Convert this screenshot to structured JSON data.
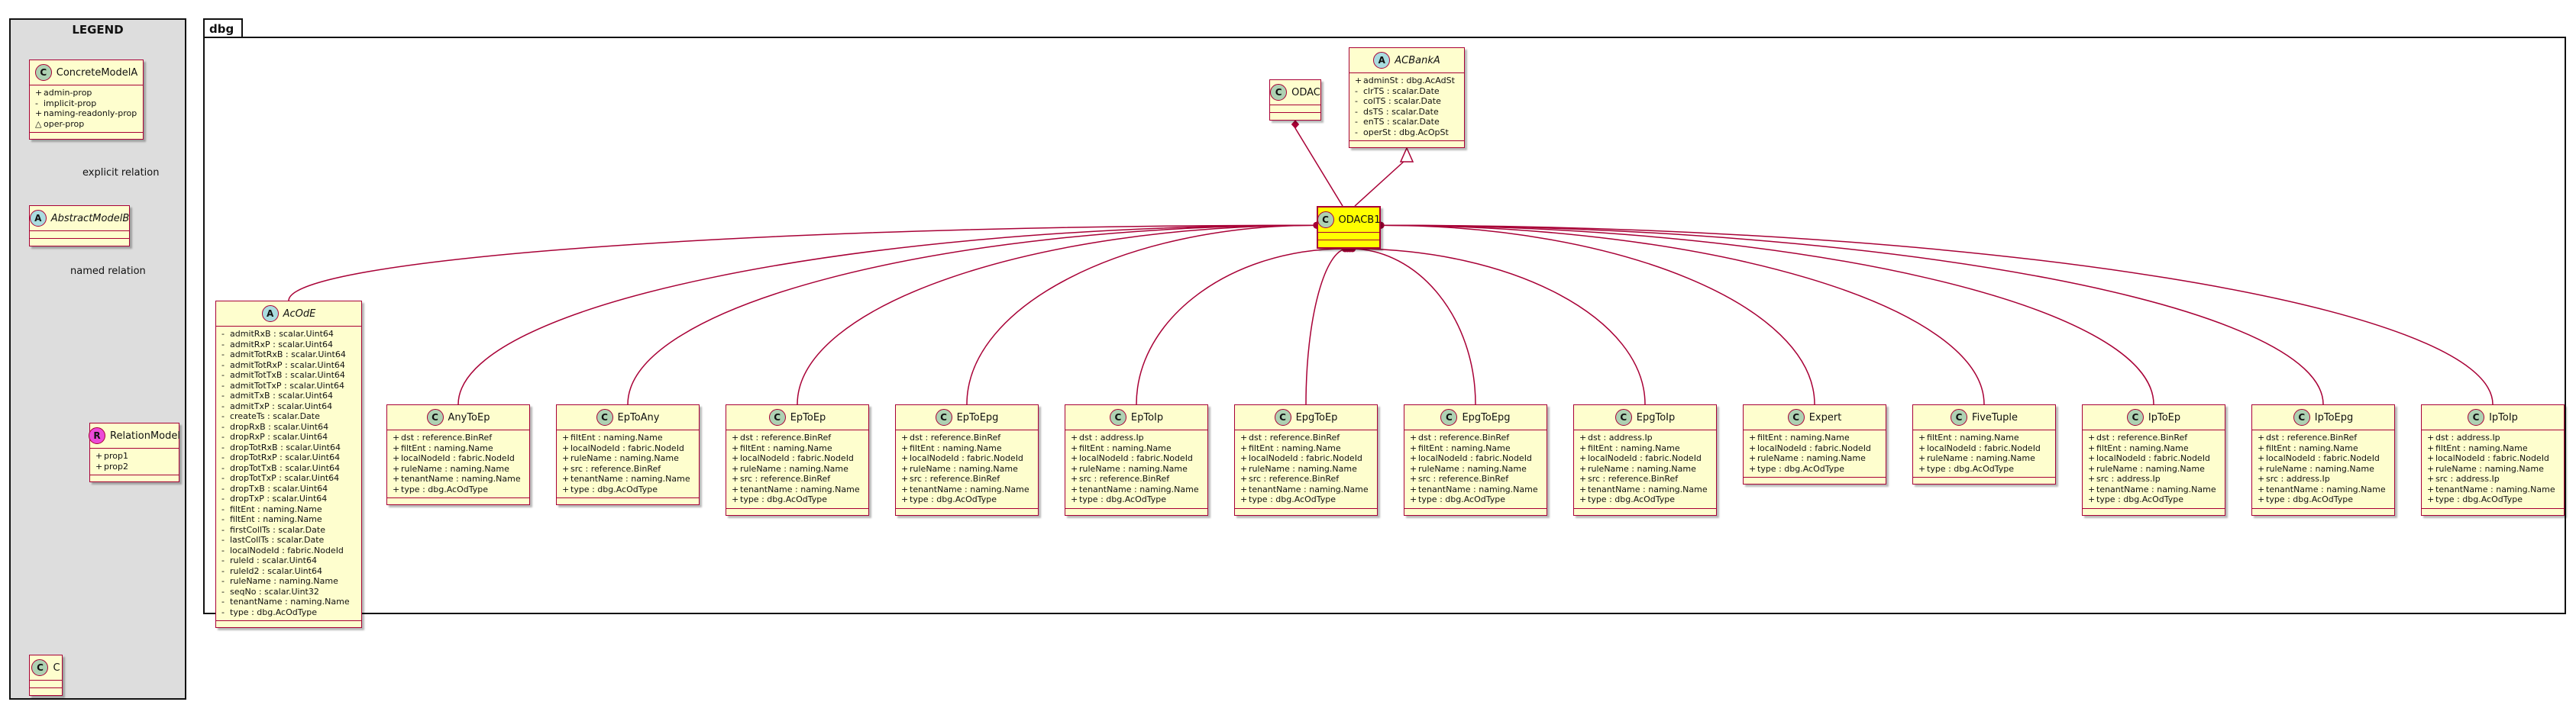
{
  "legend": {
    "title": "LEGEND",
    "classes": [
      {
        "id": "ConcreteModelA",
        "name": "ConcreteModelA",
        "stereo": "C",
        "kind": "c",
        "italic": false,
        "fields": [
          {
            "vis": "+",
            "text": "admin-prop"
          },
          {
            "vis": "-",
            "text": "implicit-prop"
          },
          {
            "vis": "+",
            "text": "naming-readonly-prop"
          },
          {
            "vis": "△",
            "text": "oper-prop"
          }
        ]
      },
      {
        "id": "AbstractModelB",
        "name": "AbstractModelB",
        "stereo": "A",
        "kind": "a",
        "italic": true,
        "fields": []
      },
      {
        "id": "RelationModel",
        "name": "RelationModel",
        "stereo": "R",
        "kind": "r",
        "italic": false,
        "fields": [
          {
            "vis": "+",
            "text": "prop1"
          },
          {
            "vis": "+",
            "text": "prop2"
          }
        ]
      },
      {
        "id": "C",
        "name": "C",
        "stereo": "C",
        "kind": "c",
        "italic": false,
        "fields": []
      }
    ],
    "relations": {
      "explicit": "explicit relation",
      "named": "named relation"
    }
  },
  "package": {
    "name": "dbg",
    "classes": [
      {
        "id": "ODAC",
        "name": "ODAC",
        "stereo": "C",
        "kind": "c",
        "italic": false,
        "fields": []
      },
      {
        "id": "ACBankA",
        "name": "ACBankA",
        "stereo": "A",
        "kind": "a",
        "italic": true,
        "fields": [
          {
            "vis": "+",
            "text": "adminSt : dbg.AcAdSt"
          },
          {
            "vis": "-",
            "text": "clrTS : scalar.Date"
          },
          {
            "vis": "-",
            "text": "colTS : scalar.Date"
          },
          {
            "vis": "-",
            "text": "dsTS : scalar.Date"
          },
          {
            "vis": "-",
            "text": "enTS : scalar.Date"
          },
          {
            "vis": "-",
            "text": "operSt : dbg.AcOpSt"
          }
        ]
      },
      {
        "id": "ODACB1",
        "name": "ODACB1",
        "stereo": "C",
        "kind": "c",
        "italic": false,
        "highlight": true,
        "fields": []
      },
      {
        "id": "AcOdE",
        "name": "AcOdE",
        "stereo": "A",
        "kind": "a",
        "italic": true,
        "fields": [
          {
            "vis": "-",
            "text": "admitRxB : scalar.Uint64"
          },
          {
            "vis": "-",
            "text": "admitRxP : scalar.Uint64"
          },
          {
            "vis": "-",
            "text": "admitTotRxB : scalar.Uint64"
          },
          {
            "vis": "-",
            "text": "admitTotRxP : scalar.Uint64"
          },
          {
            "vis": "-",
            "text": "admitTotTxB : scalar.Uint64"
          },
          {
            "vis": "-",
            "text": "admitTotTxP : scalar.Uint64"
          },
          {
            "vis": "-",
            "text": "admitTxB : scalar.Uint64"
          },
          {
            "vis": "-",
            "text": "admitTxP : scalar.Uint64"
          },
          {
            "vis": "-",
            "text": "createTs : scalar.Date"
          },
          {
            "vis": "-",
            "text": "dropRxB : scalar.Uint64"
          },
          {
            "vis": "-",
            "text": "dropRxP : scalar.Uint64"
          },
          {
            "vis": "-",
            "text": "dropTotRxB : scalar.Uint64"
          },
          {
            "vis": "-",
            "text": "dropTotRxP : scalar.Uint64"
          },
          {
            "vis": "-",
            "text": "dropTotTxB : scalar.Uint64"
          },
          {
            "vis": "-",
            "text": "dropTotTxP : scalar.Uint64"
          },
          {
            "vis": "-",
            "text": "dropTxB : scalar.Uint64"
          },
          {
            "vis": "-",
            "text": "dropTxP : scalar.Uint64"
          },
          {
            "vis": "-",
            "text": "filtEnt : naming.Name"
          },
          {
            "vis": "-",
            "text": "filtEnt : naming.Name"
          },
          {
            "vis": "-",
            "text": "firstCollTs : scalar.Date"
          },
          {
            "vis": "-",
            "text": "lastCollTs : scalar.Date"
          },
          {
            "vis": "-",
            "text": "localNodeId : fabric.NodeId"
          },
          {
            "vis": "-",
            "text": "ruleId : scalar.Uint64"
          },
          {
            "vis": "-",
            "text": "ruleId2 : scalar.Uint64"
          },
          {
            "vis": "-",
            "text": "ruleName : naming.Name"
          },
          {
            "vis": "-",
            "text": "seqNo : scalar.Uint32"
          },
          {
            "vis": "-",
            "text": "tenantName : naming.Name"
          },
          {
            "vis": "-",
            "text": "type : dbg.AcOdType"
          }
        ]
      },
      {
        "id": "AnyToEp",
        "name": "AnyToEp",
        "stereo": "C",
        "kind": "c",
        "italic": false,
        "fields": [
          {
            "vis": "+",
            "text": "dst : reference.BinRef"
          },
          {
            "vis": "+",
            "text": "filtEnt : naming.Name"
          },
          {
            "vis": "+",
            "text": "localNodeId : fabric.NodeId"
          },
          {
            "vis": "+",
            "text": "ruleName : naming.Name"
          },
          {
            "vis": "+",
            "text": "tenantName : naming.Name"
          },
          {
            "vis": "+",
            "text": "type : dbg.AcOdType"
          }
        ]
      },
      {
        "id": "EpToAny",
        "name": "EpToAny",
        "stereo": "C",
        "kind": "c",
        "italic": false,
        "fields": [
          {
            "vis": "+",
            "text": "filtEnt : naming.Name"
          },
          {
            "vis": "+",
            "text": "localNodeId : fabric.NodeId"
          },
          {
            "vis": "+",
            "text": "ruleName : naming.Name"
          },
          {
            "vis": "+",
            "text": "src : reference.BinRef"
          },
          {
            "vis": "+",
            "text": "tenantName : naming.Name"
          },
          {
            "vis": "+",
            "text": "type : dbg.AcOdType"
          }
        ]
      },
      {
        "id": "EpToEp",
        "name": "EpToEp",
        "stereo": "C",
        "kind": "c",
        "italic": false,
        "fields": [
          {
            "vis": "+",
            "text": "dst : reference.BinRef"
          },
          {
            "vis": "+",
            "text": "filtEnt : naming.Name"
          },
          {
            "vis": "+",
            "text": "localNodeId : fabric.NodeId"
          },
          {
            "vis": "+",
            "text": "ruleName : naming.Name"
          },
          {
            "vis": "+",
            "text": "src : reference.BinRef"
          },
          {
            "vis": "+",
            "text": "tenantName : naming.Name"
          },
          {
            "vis": "+",
            "text": "type : dbg.AcOdType"
          }
        ]
      },
      {
        "id": "EpToEpg",
        "name": "EpToEpg",
        "stereo": "C",
        "kind": "c",
        "italic": false,
        "fields": [
          {
            "vis": "+",
            "text": "dst : reference.BinRef"
          },
          {
            "vis": "+",
            "text": "filtEnt : naming.Name"
          },
          {
            "vis": "+",
            "text": "localNodeId : fabric.NodeId"
          },
          {
            "vis": "+",
            "text": "ruleName : naming.Name"
          },
          {
            "vis": "+",
            "text": "src : reference.BinRef"
          },
          {
            "vis": "+",
            "text": "tenantName : naming.Name"
          },
          {
            "vis": "+",
            "text": "type : dbg.AcOdType"
          }
        ]
      },
      {
        "id": "EpToIp",
        "name": "EpToIp",
        "stereo": "C",
        "kind": "c",
        "italic": false,
        "fields": [
          {
            "vis": "+",
            "text": "dst : address.Ip"
          },
          {
            "vis": "+",
            "text": "filtEnt : naming.Name"
          },
          {
            "vis": "+",
            "text": "localNodeId : fabric.NodeId"
          },
          {
            "vis": "+",
            "text": "ruleName : naming.Name"
          },
          {
            "vis": "+",
            "text": "src : reference.BinRef"
          },
          {
            "vis": "+",
            "text": "tenantName : naming.Name"
          },
          {
            "vis": "+",
            "text": "type : dbg.AcOdType"
          }
        ]
      },
      {
        "id": "EpgToEp",
        "name": "EpgToEp",
        "stereo": "C",
        "kind": "c",
        "italic": false,
        "fields": [
          {
            "vis": "+",
            "text": "dst : reference.BinRef"
          },
          {
            "vis": "+",
            "text": "filtEnt : naming.Name"
          },
          {
            "vis": "+",
            "text": "localNodeId : fabric.NodeId"
          },
          {
            "vis": "+",
            "text": "ruleName : naming.Name"
          },
          {
            "vis": "+",
            "text": "src : reference.BinRef"
          },
          {
            "vis": "+",
            "text": "tenantName : naming.Name"
          },
          {
            "vis": "+",
            "text": "type : dbg.AcOdType"
          }
        ]
      },
      {
        "id": "EpgToEpg",
        "name": "EpgToEpg",
        "stereo": "C",
        "kind": "c",
        "italic": false,
        "fields": [
          {
            "vis": "+",
            "text": "dst : reference.BinRef"
          },
          {
            "vis": "+",
            "text": "filtEnt : naming.Name"
          },
          {
            "vis": "+",
            "text": "localNodeId : fabric.NodeId"
          },
          {
            "vis": "+",
            "text": "ruleName : naming.Name"
          },
          {
            "vis": "+",
            "text": "src : reference.BinRef"
          },
          {
            "vis": "+",
            "text": "tenantName : naming.Name"
          },
          {
            "vis": "+",
            "text": "type : dbg.AcOdType"
          }
        ]
      },
      {
        "id": "EpgToIp",
        "name": "EpgToIp",
        "stereo": "C",
        "kind": "c",
        "italic": false,
        "fields": [
          {
            "vis": "+",
            "text": "dst : address.Ip"
          },
          {
            "vis": "+",
            "text": "filtEnt : naming.Name"
          },
          {
            "vis": "+",
            "text": "localNodeId : fabric.NodeId"
          },
          {
            "vis": "+",
            "text": "ruleName : naming.Name"
          },
          {
            "vis": "+",
            "text": "src : reference.BinRef"
          },
          {
            "vis": "+",
            "text": "tenantName : naming.Name"
          },
          {
            "vis": "+",
            "text": "type : dbg.AcOdType"
          }
        ]
      },
      {
        "id": "Expert",
        "name": "Expert",
        "stereo": "C",
        "kind": "c",
        "italic": false,
        "fields": [
          {
            "vis": "+",
            "text": "filtEnt : naming.Name"
          },
          {
            "vis": "+",
            "text": "localNodeId : fabric.NodeId"
          },
          {
            "vis": "+",
            "text": "ruleName : naming.Name"
          },
          {
            "vis": "+",
            "text": "type : dbg.AcOdType"
          }
        ]
      },
      {
        "id": "FiveTuple",
        "name": "FiveTuple",
        "stereo": "C",
        "kind": "c",
        "italic": false,
        "fields": [
          {
            "vis": "+",
            "text": "filtEnt : naming.Name"
          },
          {
            "vis": "+",
            "text": "localNodeId : fabric.NodeId"
          },
          {
            "vis": "+",
            "text": "ruleName : naming.Name"
          },
          {
            "vis": "+",
            "text": "type : dbg.AcOdType"
          }
        ]
      },
      {
        "id": "IpToEp",
        "name": "IpToEp",
        "stereo": "C",
        "kind": "c",
        "italic": false,
        "fields": [
          {
            "vis": "+",
            "text": "dst : reference.BinRef"
          },
          {
            "vis": "+",
            "text": "filtEnt : naming.Name"
          },
          {
            "vis": "+",
            "text": "localNodeId : fabric.NodeId"
          },
          {
            "vis": "+",
            "text": "ruleName : naming.Name"
          },
          {
            "vis": "+",
            "text": "src : address.Ip"
          },
          {
            "vis": "+",
            "text": "tenantName : naming.Name"
          },
          {
            "vis": "+",
            "text": "type : dbg.AcOdType"
          }
        ]
      },
      {
        "id": "IpToEpg",
        "name": "IpToEpg",
        "stereo": "C",
        "kind": "c",
        "italic": false,
        "fields": [
          {
            "vis": "+",
            "text": "dst : reference.BinRef"
          },
          {
            "vis": "+",
            "text": "filtEnt : naming.Name"
          },
          {
            "vis": "+",
            "text": "localNodeId : fabric.NodeId"
          },
          {
            "vis": "+",
            "text": "ruleName : naming.Name"
          },
          {
            "vis": "+",
            "text": "src : address.Ip"
          },
          {
            "vis": "+",
            "text": "tenantName : naming.Name"
          },
          {
            "vis": "+",
            "text": "type : dbg.AcOdType"
          }
        ]
      },
      {
        "id": "IpToIp",
        "name": "IpToIp",
        "stereo": "C",
        "kind": "c",
        "italic": false,
        "fields": [
          {
            "vis": "+",
            "text": "dst : address.Ip"
          },
          {
            "vis": "+",
            "text": "filtEnt : naming.Name"
          },
          {
            "vis": "+",
            "text": "localNodeId : fabric.NodeId"
          },
          {
            "vis": "+",
            "text": "ruleName : naming.Name"
          },
          {
            "vis": "+",
            "text": "src : address.Ip"
          },
          {
            "vis": "+",
            "text": "tenantName : naming.Name"
          },
          {
            "vis": "+",
            "text": "type : dbg.AcOdType"
          }
        ]
      }
    ]
  },
  "colors": {
    "class_fill": "#fefece",
    "class_border": "#a80036",
    "highlight_fill": "#ffff00",
    "legend_fill": "#dddddd",
    "line": "#a80036"
  }
}
